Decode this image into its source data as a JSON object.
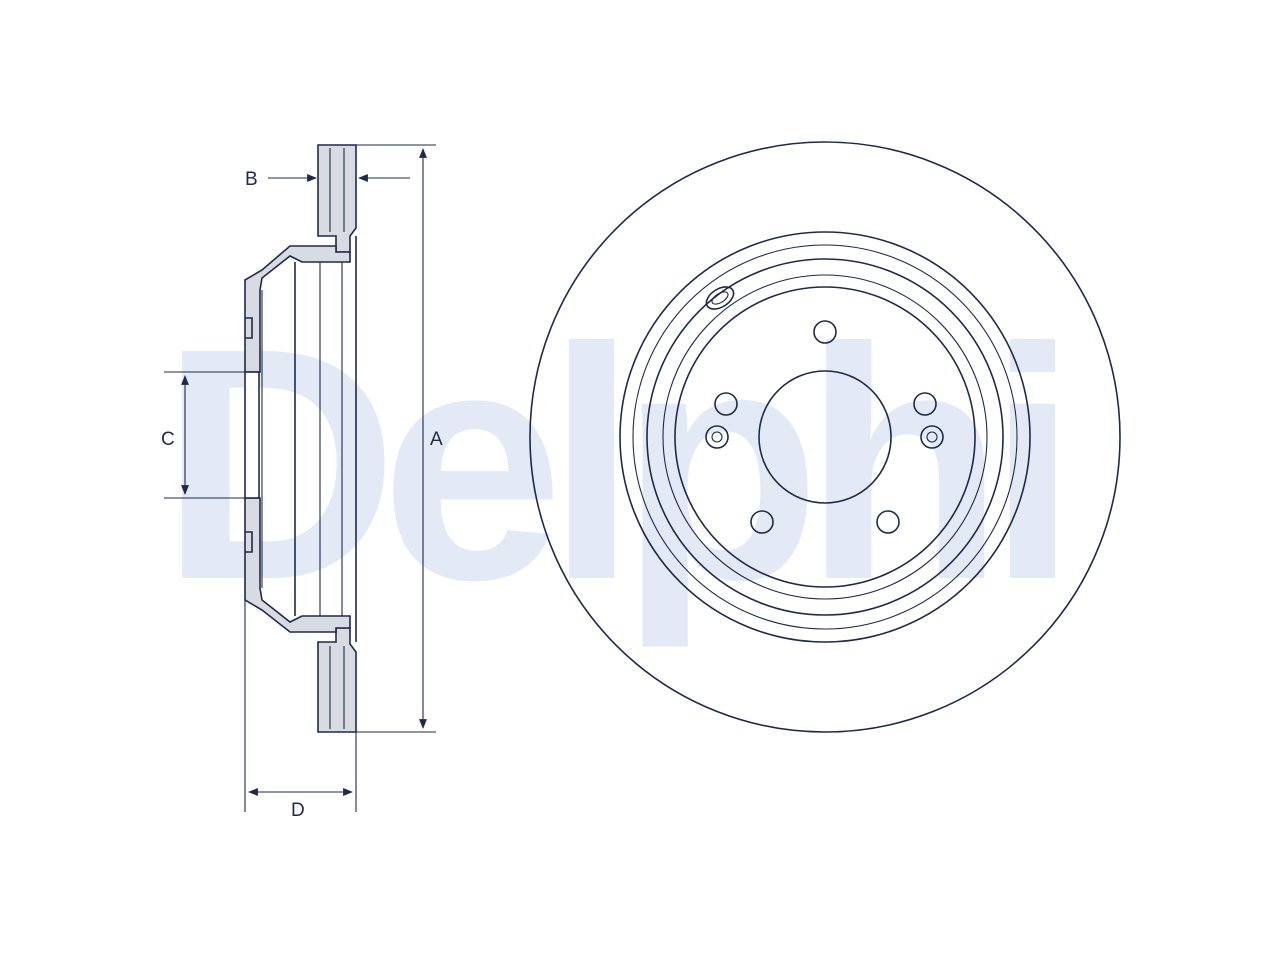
{
  "watermark": {
    "text": "Delphi",
    "color": "#e4eaf5"
  },
  "dimensions": {
    "a": "A",
    "b": "B",
    "c": "C",
    "d": "D"
  },
  "colors": {
    "line": "#1e2a4a",
    "part_fill": "#d9dbe3"
  }
}
